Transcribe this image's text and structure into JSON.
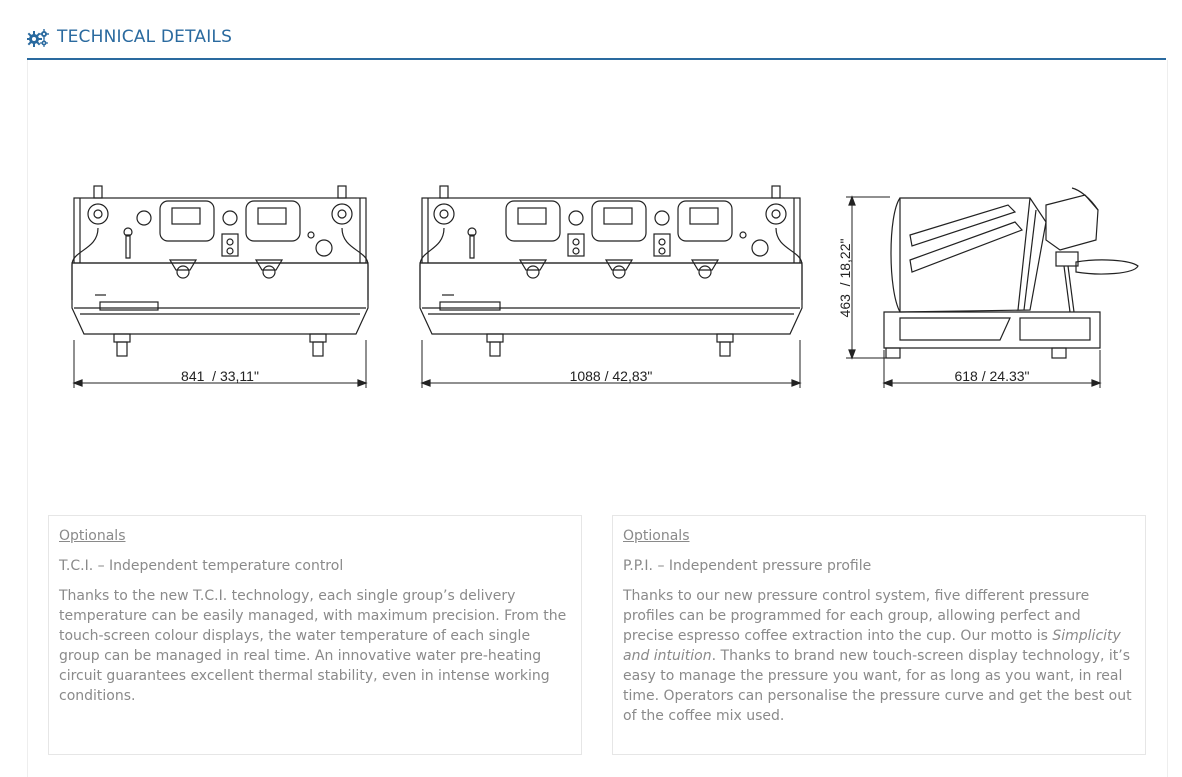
{
  "header": {
    "title": "TECHNICAL DETAILS",
    "icon": "gears-icon",
    "accent": "#2a6a9f"
  },
  "drawings": {
    "front_2group": {
      "dimension": "841  / 33,11\""
    },
    "front_3group": {
      "dimension": "1088 / 42,83\""
    },
    "side": {
      "width_dimension": "618 / 24.33\"",
      "height_dimension": "463  / 18,22\""
    }
  },
  "optionals_left": {
    "heading": "Optionals",
    "subtitle": "T.C.I. – Independent temperature control",
    "description": "Thanks to the new T.C.I. technology, each single group’s delivery temperature can be easily managed, with maximum precision. From the touch-screen colour displays, the water temperature of each single group can be managed in real time. An innovative water pre-heating circuit guarantees excellent thermal stability, even in intense working conditions."
  },
  "optionals_right": {
    "heading": "Optionals",
    "subtitle": "P.P.I. – Independent pressure profile",
    "description_before": "Thanks to our new pressure control system, five different pressure profiles can be programmed for each group, allowing perfect and precise espresso coffee extraction into the cup. Our motto is ",
    "description_italic": "Simplicity and intuition",
    "description_after": ". Thanks to brand new touch-screen display technology, it’s easy to manage the pressure you want, for as long as you want, in real time. Operators can personalise the pressure curve and get the best out of the coffee mix used."
  }
}
